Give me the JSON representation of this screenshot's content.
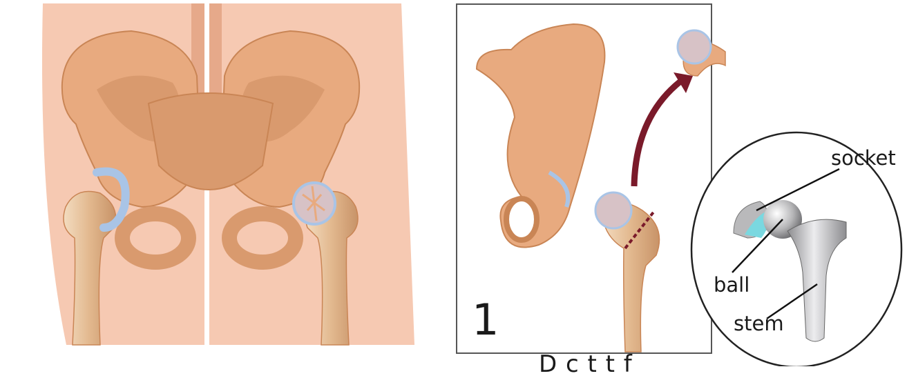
{
  "labels": {
    "socket": "socket",
    "ball": "ball",
    "stem": "stem",
    "step_number": "1",
    "caption_partial": "D    c   t     t   f"
  },
  "colors": {
    "skin": "#f6c9b2",
    "bone": "#e8aa7f",
    "bone_dark": "#c98555",
    "cartilage": "#a9c4e6",
    "arrow": "#7a1a2a",
    "implant": "#b9b9bb",
    "implant_liner": "#7ad8e0"
  }
}
